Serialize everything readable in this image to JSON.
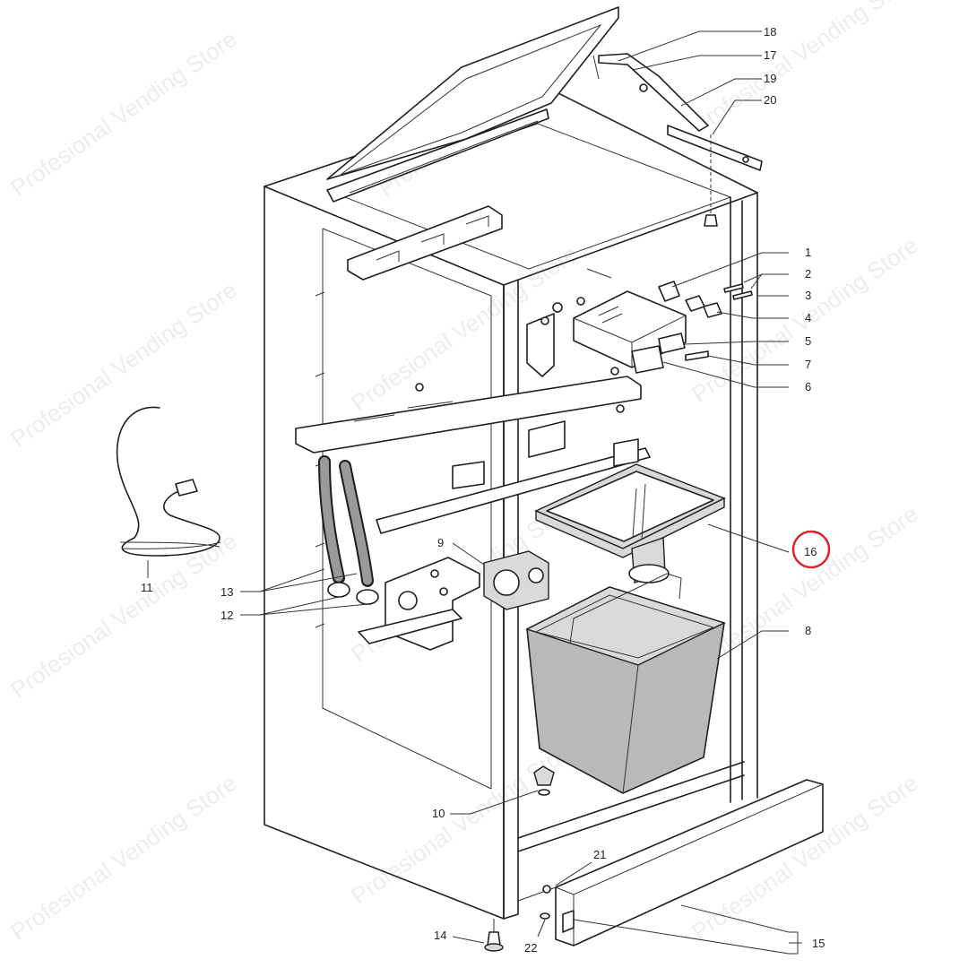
{
  "watermark": "Profesional Vending Store",
  "highlighted_part": "16",
  "callouts": [
    {
      "id": "18",
      "label": "18"
    },
    {
      "id": "17",
      "label": "17"
    },
    {
      "id": "19",
      "label": "19"
    },
    {
      "id": "20",
      "label": "20"
    },
    {
      "id": "1",
      "label": "1"
    },
    {
      "id": "2",
      "label": "2"
    },
    {
      "id": "3",
      "label": "3"
    },
    {
      "id": "4",
      "label": "4"
    },
    {
      "id": "5",
      "label": "5"
    },
    {
      "id": "7",
      "label": "7"
    },
    {
      "id": "6",
      "label": "6"
    },
    {
      "id": "16",
      "label": "16"
    },
    {
      "id": "8",
      "label": "8"
    },
    {
      "id": "9",
      "label": "9"
    },
    {
      "id": "11",
      "label": "11"
    },
    {
      "id": "13",
      "label": "13"
    },
    {
      "id": "12",
      "label": "12"
    },
    {
      "id": "10",
      "label": "10"
    },
    {
      "id": "21",
      "label": "21"
    },
    {
      "id": "14",
      "label": "14"
    },
    {
      "id": "22",
      "label": "22"
    },
    {
      "id": "15",
      "label": "15"
    }
  ],
  "colors": {
    "highlight_ring": "#d9262c",
    "line": "#1f1f1f",
    "container_fill": "#b9b9b9"
  }
}
